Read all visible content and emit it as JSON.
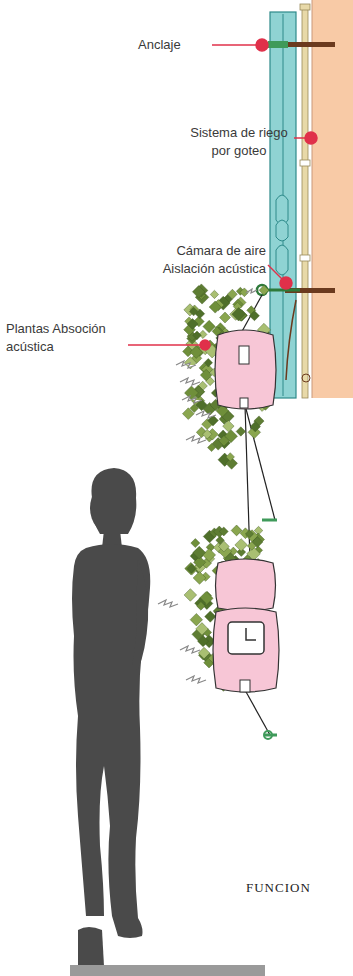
{
  "diagram": {
    "labels": [
      "Anclaje",
      "Sistema de riego por goteo",
      "Cámara de aire Aislación acústica",
      "Plantas Absoción acústica",
      "FUNCION"
    ]
  }
}
